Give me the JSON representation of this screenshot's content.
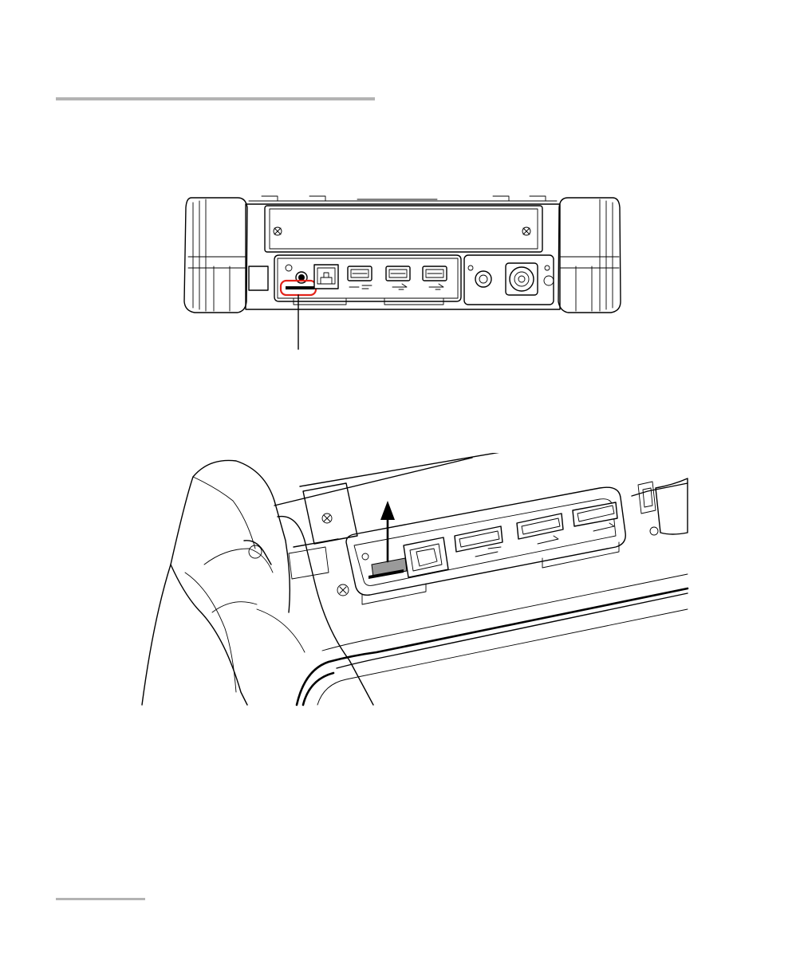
{
  "document": {
    "header_rule": "header-rule",
    "footer_rule": "footer-rule"
  },
  "figures": [
    {
      "id": "top",
      "content": "front-panel-view",
      "highlight_color": "#e2231a",
      "callout_text": ""
    },
    {
      "id": "bottom",
      "content": "perspective-view-with-arrow"
    }
  ],
  "icons": [
    "usb-icon",
    "ethernet-port-icon",
    "screw-icon",
    "up-arrow-icon"
  ]
}
